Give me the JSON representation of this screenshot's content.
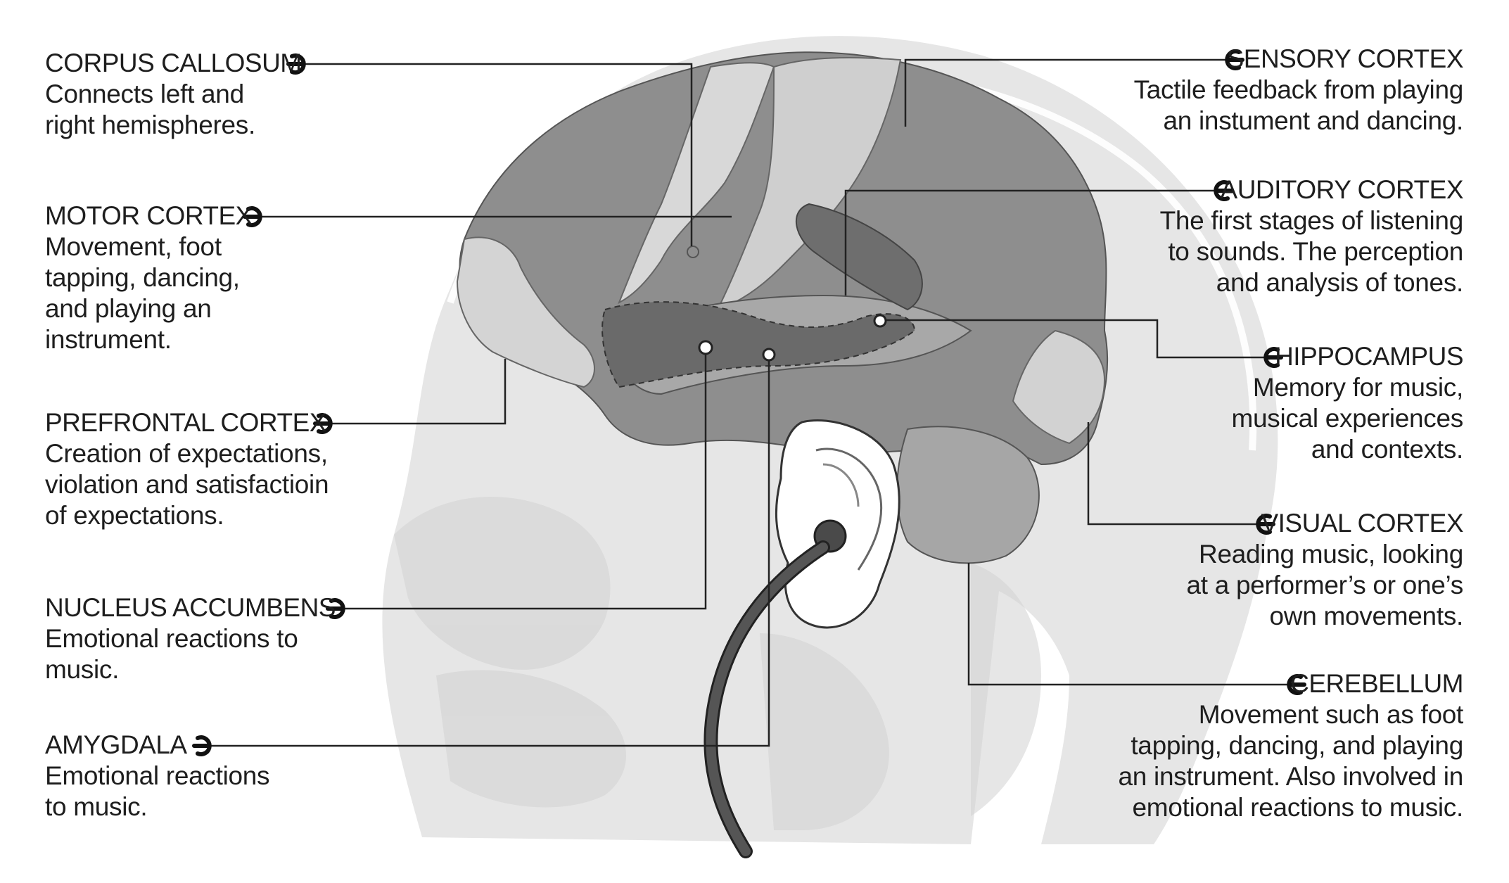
{
  "labels": {
    "corpus_callosum": {
      "title": "CORPUS CALLOSUM",
      "desc": "Connects left and\nright hemispheres."
    },
    "motor_cortex": {
      "title": "MOTOR CORTEX",
      "desc": "Movement, foot\ntapping, dancing,\nand playing an\ninstrument."
    },
    "prefrontal_cortex": {
      "title": "PREFRONTAL CORTEX",
      "desc": "Creation of expectations,\nviolation and satisfactioin\nof expectations."
    },
    "nucleus_accumbens": {
      "title": "NUCLEUS ACCUMBENS",
      "desc": "Emotional reactions to\nmusic."
    },
    "amygdala": {
      "title": "AMYGDALA",
      "desc": "Emotional reactions\nto music."
    },
    "sensory_cortex": {
      "title": "SENSORY CORTEX",
      "desc": "Tactile feedback from playing\nan instument and dancing."
    },
    "auditory_cortex": {
      "title": "AUDITORY CORTEX",
      "desc": "The first stages of listening\nto sounds. The perception\nand analysis of tones."
    },
    "hippocampus": {
      "title": "HIPPOCAMPUS",
      "desc": "Memory for music,\nmusical experiences\nand contexts."
    },
    "visual_cortex": {
      "title": "VISUAL CORTEX",
      "desc": "Reading music, looking\nat a performer’s or one’s\nown movements."
    },
    "cerebellum": {
      "title": "CEREBELLUM",
      "desc": "Movement such as foot\ntapping, dancing, and playing\nan instrument. Also involved in\nemotional reactions to music."
    }
  },
  "colors": {
    "head_silhouette": "#e4e4e4",
    "brain_dark": "#8e8e8e",
    "brain_light": "#d6d6d6",
    "brain_mid": "#b4b4b4",
    "inner_dark": "#6e6e6e",
    "leader_line": "#222222"
  }
}
